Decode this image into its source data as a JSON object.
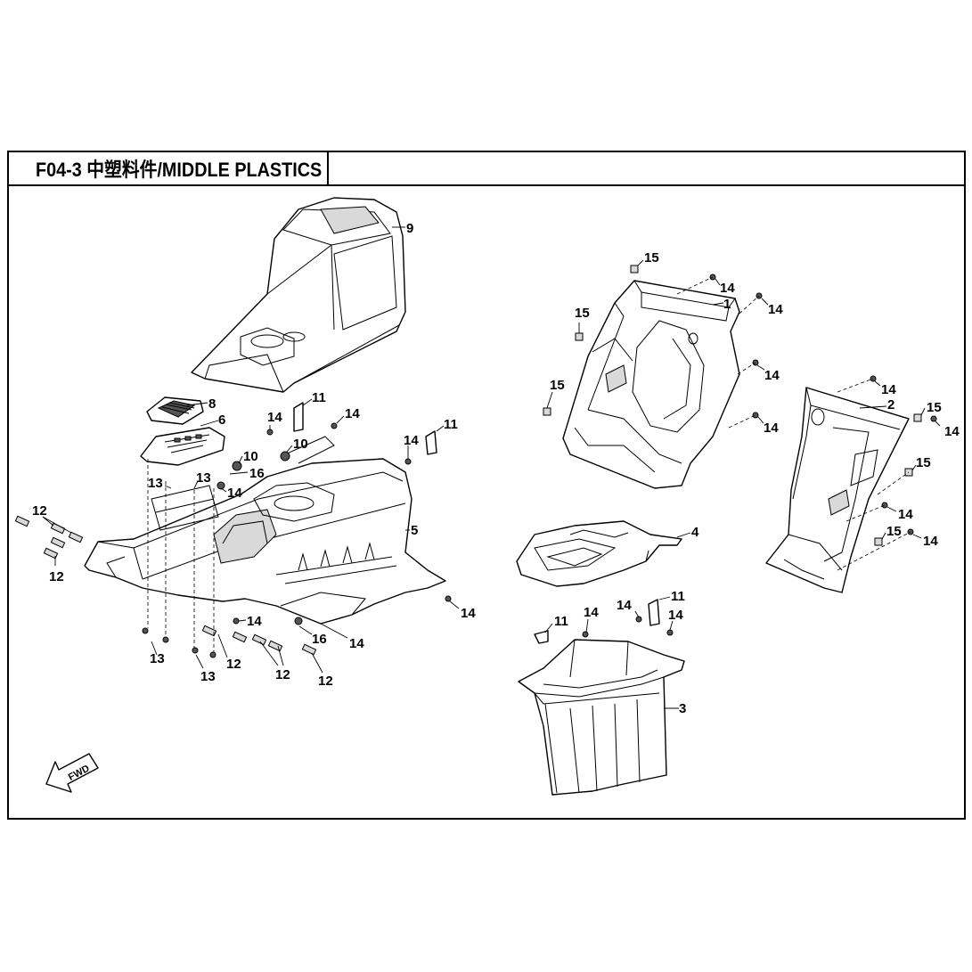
{
  "title": "F04-3 中塑料件/MIDDLE PLASTICS",
  "fwd_label": "FWD",
  "callouts": [
    {
      "id": "c9",
      "label": "9"
    },
    {
      "id": "c8",
      "label": "8"
    },
    {
      "id": "c6",
      "label": "6"
    },
    {
      "id": "c10a",
      "label": "10"
    },
    {
      "id": "c10b",
      "label": "10"
    },
    {
      "id": "c16a",
      "label": "16"
    },
    {
      "id": "c11a",
      "label": "11"
    },
    {
      "id": "c11b",
      "label": "11"
    },
    {
      "id": "c14a",
      "label": "14"
    },
    {
      "id": "c14b",
      "label": "14"
    },
    {
      "id": "c14c",
      "label": "14"
    },
    {
      "id": "c14d",
      "label": "14"
    },
    {
      "id": "c13a",
      "label": "13"
    },
    {
      "id": "c13b",
      "label": "13"
    },
    {
      "id": "c12a",
      "label": "12"
    },
    {
      "id": "c12b",
      "label": "12"
    },
    {
      "id": "c5",
      "label": "5"
    },
    {
      "id": "c14e",
      "label": "14"
    },
    {
      "id": "c14f",
      "label": "14"
    },
    {
      "id": "c16b",
      "label": "16"
    },
    {
      "id": "c14g",
      "label": "14"
    },
    {
      "id": "c13c",
      "label": "13"
    },
    {
      "id": "c13d",
      "label": "13"
    },
    {
      "id": "c12c",
      "label": "12"
    },
    {
      "id": "c12d",
      "label": "12"
    },
    {
      "id": "c12e",
      "label": "12"
    },
    {
      "id": "c15a",
      "label": "15"
    },
    {
      "id": "c14h",
      "label": "14"
    },
    {
      "id": "c1",
      "label": "1"
    },
    {
      "id": "c14i",
      "label": "14"
    },
    {
      "id": "c15b",
      "label": "15"
    },
    {
      "id": "c14j",
      "label": "14"
    },
    {
      "id": "c15c",
      "label": "15"
    },
    {
      "id": "c14k",
      "label": "14"
    },
    {
      "id": "c14l",
      "label": "14"
    },
    {
      "id": "c2",
      "label": "2"
    },
    {
      "id": "c15d",
      "label": "15"
    },
    {
      "id": "c14m",
      "label": "14"
    },
    {
      "id": "c15e",
      "label": "15"
    },
    {
      "id": "c14n",
      "label": "14"
    },
    {
      "id": "c15f",
      "label": "15"
    },
    {
      "id": "c14o",
      "label": "14"
    },
    {
      "id": "c4",
      "label": "4"
    },
    {
      "id": "c11c",
      "label": "11"
    },
    {
      "id": "c11d",
      "label": "11"
    },
    {
      "id": "c14p",
      "label": "14"
    },
    {
      "id": "c14q",
      "label": "14"
    },
    {
      "id": "c14r",
      "label": "14"
    },
    {
      "id": "c3",
      "label": "3"
    }
  ]
}
